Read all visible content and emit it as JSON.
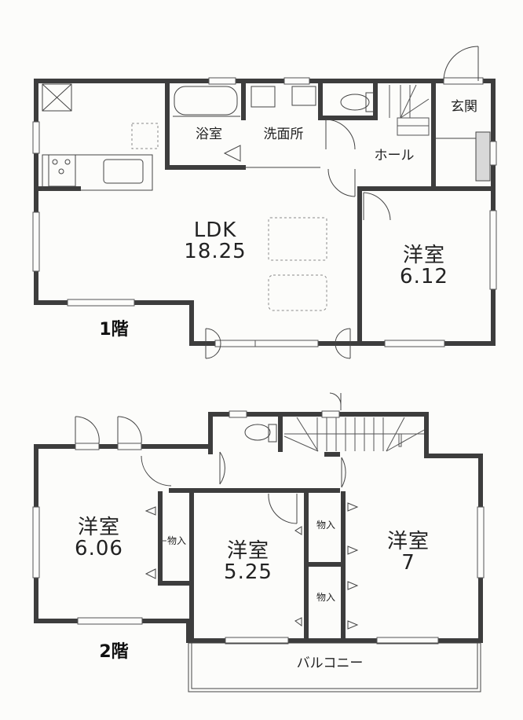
{
  "colors": {
    "wall": "#3d3d3d",
    "line": "#444444",
    "background": "#fcfcfa",
    "dash": "#8a8a8a",
    "accent_gray": "#d8d8d8"
  },
  "floors": [
    {
      "label": "1階",
      "rooms": [
        {
          "id": "ldk",
          "name": "LDK",
          "area": "18.25"
        },
        {
          "id": "western-room-1f",
          "name": "洋室",
          "area": "6.12"
        },
        {
          "id": "bathroom",
          "name": "浴室"
        },
        {
          "id": "washroom",
          "name": "洗面所"
        },
        {
          "id": "hall",
          "name": "ホール"
        },
        {
          "id": "entrance",
          "name": "玄関"
        }
      ]
    },
    {
      "label": "2階",
      "rooms": [
        {
          "id": "western-room-2f-a",
          "name": "洋室",
          "area": "6.06"
        },
        {
          "id": "western-room-2f-b",
          "name": "洋室",
          "area": "5.25"
        },
        {
          "id": "western-room-2f-c",
          "name": "洋室",
          "area": "7"
        },
        {
          "id": "closet-a",
          "name": "物入"
        },
        {
          "id": "closet-b",
          "name": "物入"
        },
        {
          "id": "closet-c",
          "name": "物入"
        },
        {
          "id": "balcony",
          "name": "バルコニー"
        }
      ]
    }
  ]
}
